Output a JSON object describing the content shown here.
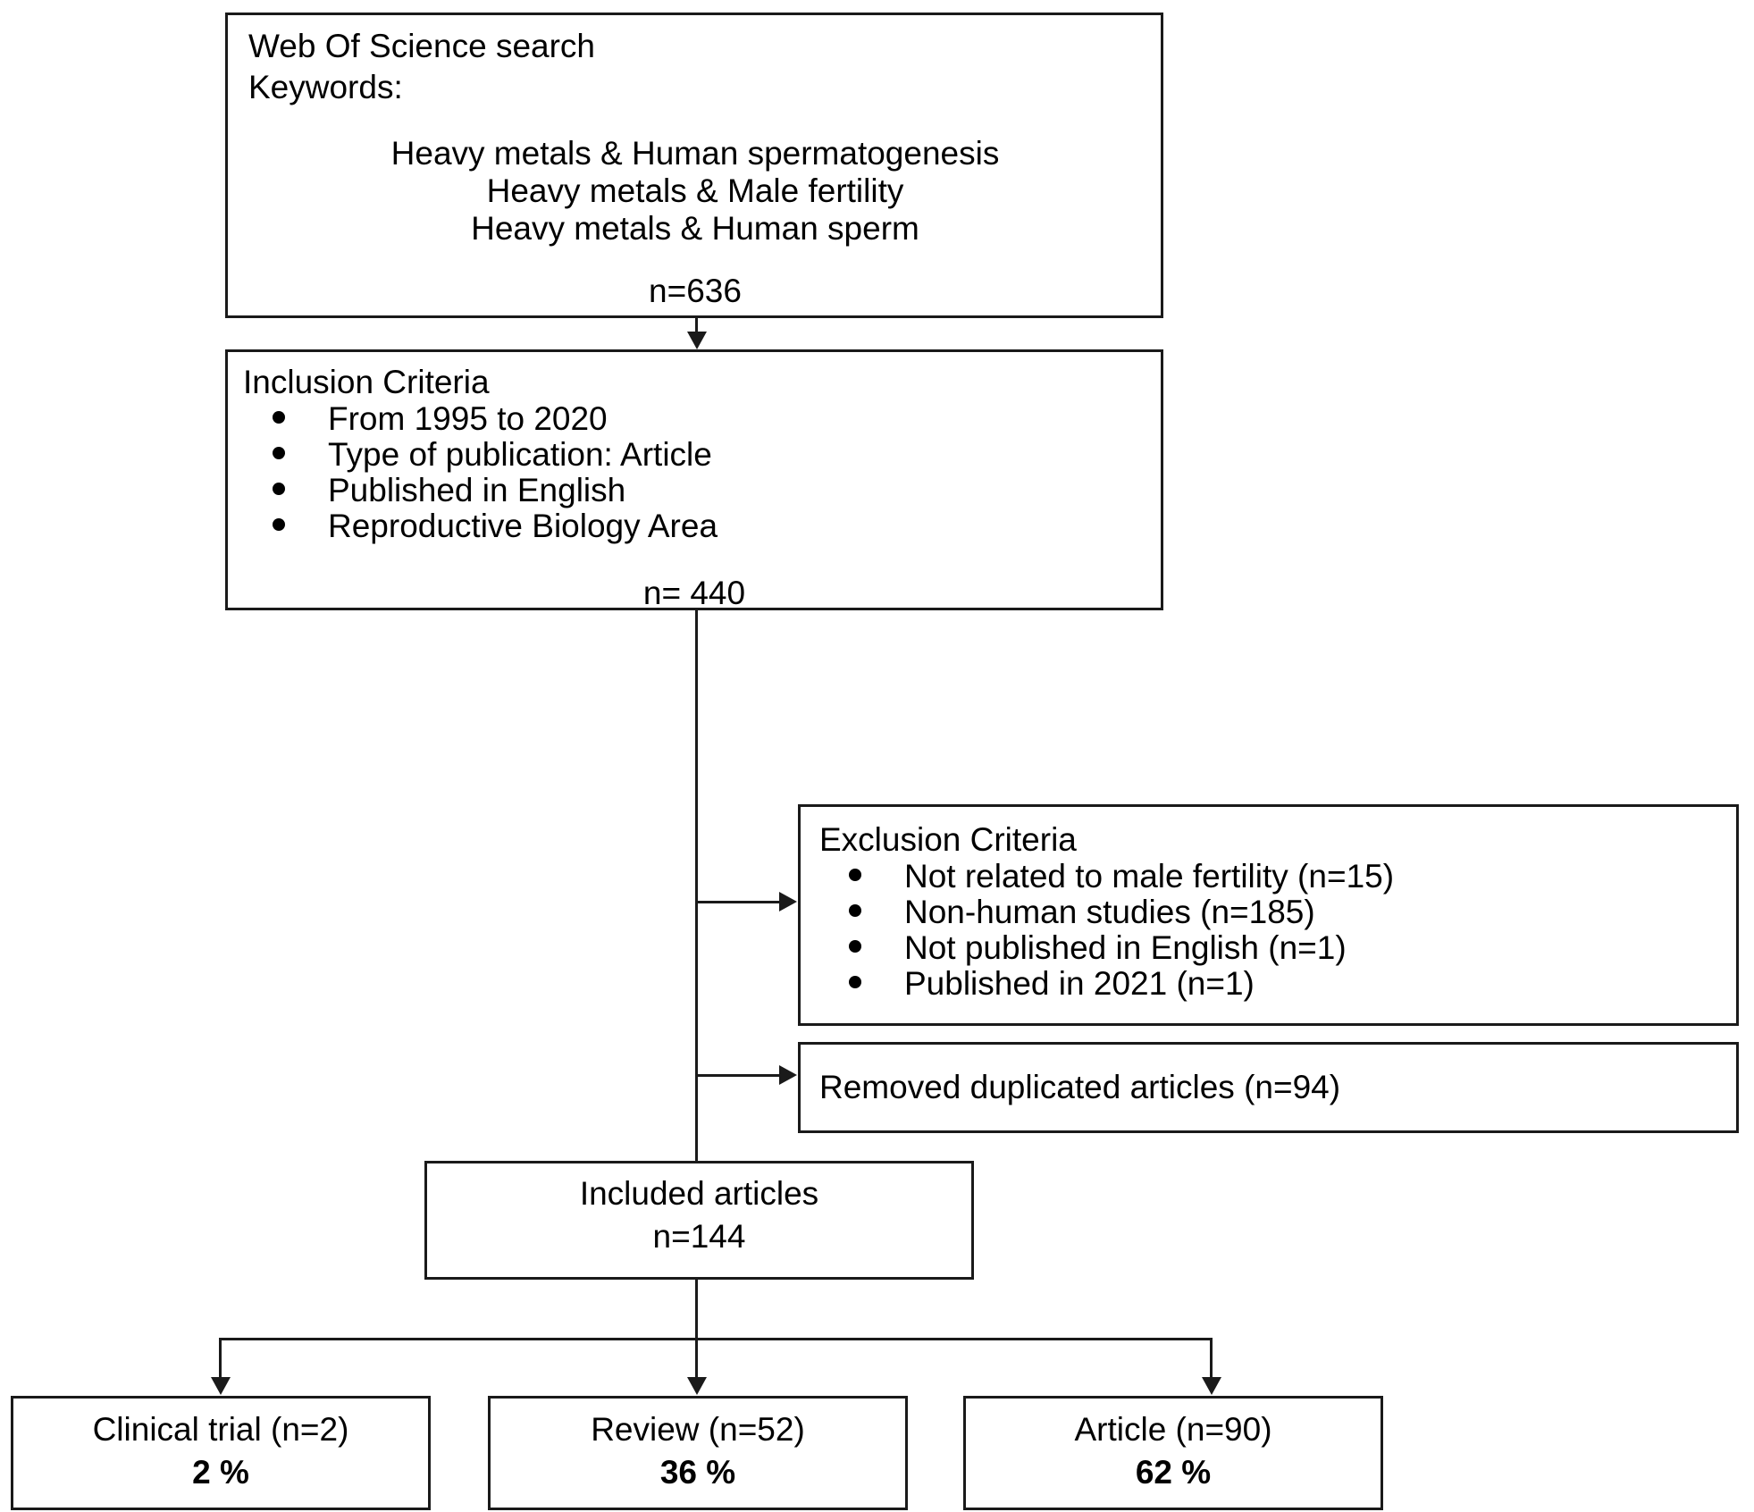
{
  "diagram": {
    "title": "PRISMA-style literature selection flowchart",
    "accent_color": "#000000",
    "border_color": "#1a1a1a",
    "background": "#ffffff"
  },
  "search_box": {
    "line1": "Web Of Science search",
    "line2": "Keywords:",
    "keywords": [
      "Heavy metals & Human spermatogenesis",
      "Heavy metals & Male fertility",
      "Heavy metals & Human sperm"
    ],
    "count": "n=636"
  },
  "inclusion_box": {
    "heading": "Inclusion Criteria",
    "items": [
      "From 1995 to 2020",
      "Type of publication: Article",
      "Published in English",
      "Reproductive Biology Area"
    ],
    "count": "n= 440"
  },
  "exclusion_box": {
    "heading": "Exclusion Criteria",
    "items": [
      "Not related to male fertility (n=15)",
      "Non-human studies (n=185)",
      "Not published in English (n=1)",
      "Published in 2021 (n=1)"
    ]
  },
  "duplicates_box": {
    "label": "Removed duplicated articles (n=94)"
  },
  "included_box": {
    "line1": "Included articles",
    "line2": "n=144"
  },
  "outcomes": [
    {
      "label": "Clinical trial (n=2)",
      "percent": "2  %"
    },
    {
      "label": "Review (n=52)",
      "percent": "36  %"
    },
    {
      "label": "Article (n=90)",
      "percent": "62  %"
    }
  ],
  "chart_data": {
    "type": "pie",
    "title": "Distribution of included articles by publication type",
    "categories": [
      "Clinical trial",
      "Review",
      "Article"
    ],
    "counts": [
      2,
      52,
      90
    ],
    "values": [
      2,
      36,
      62
    ],
    "unit": "%",
    "total": 144,
    "legend": "inline labels"
  }
}
